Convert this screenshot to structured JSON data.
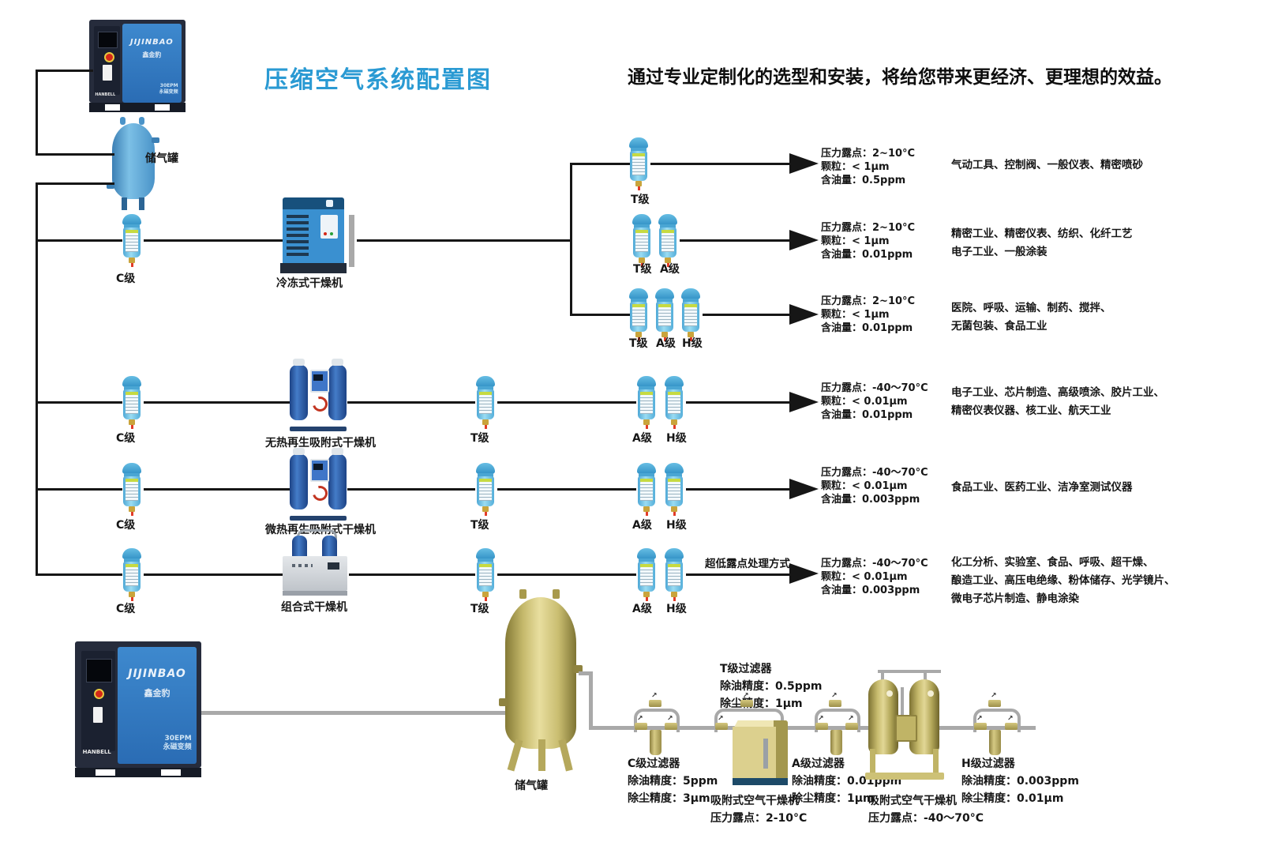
{
  "title": "压缩空气系统配置图",
  "slogan": "通过专业定制化的选型和安装，将给您带来更经济、更理想的效益。",
  "compressor": {
    "brand": "JIJINBAO",
    "brand_cn": "鑫金豹",
    "model": "30EPM",
    "model_sub": "永磁变频",
    "logo": "HANBELL"
  },
  "tank_label": "储气罐",
  "grade_labels": {
    "c": "C级",
    "t": "T级",
    "a": "A级",
    "h": "H级"
  },
  "dryers": {
    "refrigerated": "冷冻式干燥机",
    "heatless": "无热再生吸附式干燥机",
    "micro_heat": "微热再生吸附式干燥机",
    "combined": "组合式干燥机"
  },
  "ultra_low_label": "超低露点处理方式",
  "specs": [
    {
      "lines": [
        "压力露点：2~10°C",
        "颗粒：< 1μm",
        "含油量：0.5ppm"
      ],
      "apps": [
        "气动工具、控制阀、一般仪表、精密喷砂"
      ]
    },
    {
      "lines": [
        "压力露点：2~10°C",
        "颗粒：< 1μm",
        "含油量：0.01ppm"
      ],
      "apps": [
        "精密工业、精密仪表、纺织、化纤工艺",
        "电子工业、一般涂装"
      ]
    },
    {
      "lines": [
        "压力露点：2~10°C",
        "颗粒：< 1μm",
        "含油量：0.01ppm"
      ],
      "apps": [
        "医院、呼吸、运输、制药、搅拌、",
        "无菌包装、食品工业"
      ]
    },
    {
      "lines": [
        "压力露点：-40〜70°C",
        "颗粒：< 0.01μm",
        "含油量：0.01ppm"
      ],
      "apps": [
        "电子工业、芯片制造、高级喷涂、胶片工业、",
        "精密仪表仪器、核工业、航天工业"
      ]
    },
    {
      "lines": [
        "压力露点：-40〜70°C",
        "颗粒：< 0.01μm",
        "含油量：0.003ppm"
      ],
      "apps": [
        "食品工业、医药工业、洁净室测试仪器"
      ]
    },
    {
      "lines": [
        "压力露点：-40〜70°C",
        "颗粒：< 0.01μm",
        "含油量：0.003ppm"
      ],
      "apps": [
        "化工分析、实验室、食品、呼吸、超干燥、",
        "酿造工业、高压电绝缘、粉体储存、光学镜片、",
        "微电子芯片制造、静电涂染"
      ]
    }
  ],
  "bottom": {
    "c_filter": {
      "name": "C级过滤器",
      "oil": "除油精度：5ppm",
      "dust": "除尘精度：3μm"
    },
    "t_filter": {
      "name": "T级过滤器",
      "oil": "除油精度：0.5ppm",
      "dust": "除尘精度：1μm"
    },
    "adsorption_dryer_1": {
      "name": "吸附式空气干燥机",
      "dew": "压力露点：2-10°C"
    },
    "a_filter": {
      "name": "A级过滤器",
      "oil": "除油精度：0.01ppm",
      "dust": "除尘精度：1μm"
    },
    "adsorption_dryer_2": {
      "name": "吸附式空气干燥机",
      "dew": "压力露点：-40〜70°C"
    },
    "h_filter": {
      "name": "H级过滤器",
      "oil": "除油精度：0.003ppm",
      "dust": "除尘精度：0.01μm"
    }
  },
  "colors": {
    "title_blue": "#2a9ad3",
    "line_black": "#161616",
    "pipe_gray": "#a9a9a9",
    "filter_blue": "#5ab4de",
    "gold": "#c7bb6d",
    "panel_blue": "#2f7cc2",
    "base_navy": "#1d4a68",
    "accent_red": "#d42818"
  }
}
